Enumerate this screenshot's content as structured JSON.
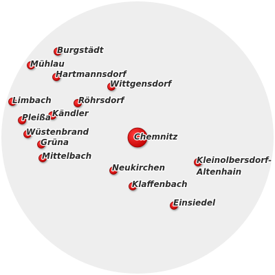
{
  "map": {
    "background_color": "#eeeeee",
    "marker_color": "#e00000",
    "marker_edge_color": "#8a0000",
    "places": [
      {
        "id": "chemnitz",
        "lines": [
          "Chemnitz"
        ],
        "type": "main"
      },
      {
        "id": "burgstaedt",
        "lines": [
          "Burgstädt"
        ],
        "type": "town"
      },
      {
        "id": "muehlau",
        "lines": [
          "Mühlau"
        ],
        "type": "town"
      },
      {
        "id": "hartmannsdorf",
        "lines": [
          "Hartmannsdorf"
        ],
        "type": "town"
      },
      {
        "id": "wittgensdorf",
        "lines": [
          "Wittgensdorf"
        ],
        "type": "town"
      },
      {
        "id": "limbach",
        "lines": [
          "Limbach"
        ],
        "type": "town"
      },
      {
        "id": "roehrsdorf",
        "lines": [
          "Röhrsdorf"
        ],
        "type": "town"
      },
      {
        "id": "kaendler",
        "lines": [
          "Kändler"
        ],
        "type": "town"
      },
      {
        "id": "pleissa",
        "lines": [
          "Pleißa"
        ],
        "type": "town"
      },
      {
        "id": "wuestenbrand",
        "lines": [
          "Wüstenbrand"
        ],
        "type": "town"
      },
      {
        "id": "gruena",
        "lines": [
          "Grüna"
        ],
        "type": "town"
      },
      {
        "id": "mittelbach",
        "lines": [
          "Mittelbach"
        ],
        "type": "town"
      },
      {
        "id": "neukirchen",
        "lines": [
          "Neukirchen"
        ],
        "type": "town"
      },
      {
        "id": "kleinolbersdorf",
        "lines": [
          "Kleinolbersdorf-",
          "Altenhain"
        ],
        "type": "town"
      },
      {
        "id": "klaffenbach",
        "lines": [
          "Klaffenbach"
        ],
        "type": "town"
      },
      {
        "id": "einsiedel",
        "lines": [
          "Einsiedel"
        ],
        "type": "town"
      }
    ]
  }
}
